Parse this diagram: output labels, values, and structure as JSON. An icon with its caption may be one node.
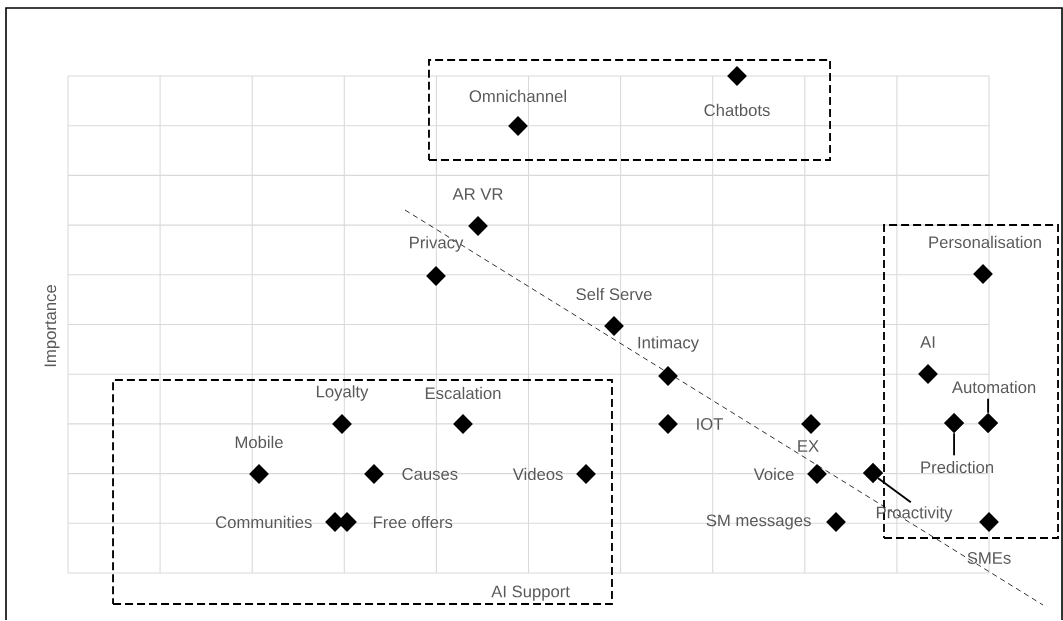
{
  "diagram": {
    "nodes": [
      {
        "text": [],
        "shape": "box"
      },
      {
        "text": [],
        "shape": "box"
      },
      {
        "text": [
          "Automation"
        ],
        "in": 1
      },
      {
        "text": [],
        "shape": "diamond",
        "in": 1
      },
      {
        "text": [],
        "shape": "diamond",
        "in": 1
      },
      {
        "text": [
          "Prediction"
        ],
        "in": 1
      },
      {
        "text": [],
        "shape": "diamond"
      },
      {
        "text": [
          "Proactivity"
        ]
      },
      {
        "text": [
          "AI Support"
        ]
      }
    ],
    "edges": [
      {
        "from": 2,
        "to": 4,
        "arrow": "none"
      },
      {
        "from": 5,
        "to": 3,
        "arrow": "none"
      },
      {
        "from": 7,
        "to": 6,
        "arrow": "none"
      }
    ],
    "labels": [
      "Omnichannel",
      "Chatbots",
      "AR VR",
      "Privacy",
      "Personalisation",
      "Self Serve",
      "Intimacy",
      "AI",
      "Loyalty",
      "Escalation",
      "IOT",
      "Mobile",
      "EX",
      "Causes",
      "Videos",
      "Voice",
      "Communities",
      "Free offers",
      "SM messages",
      "SMEs",
      "Importance"
    ]
  }
}
